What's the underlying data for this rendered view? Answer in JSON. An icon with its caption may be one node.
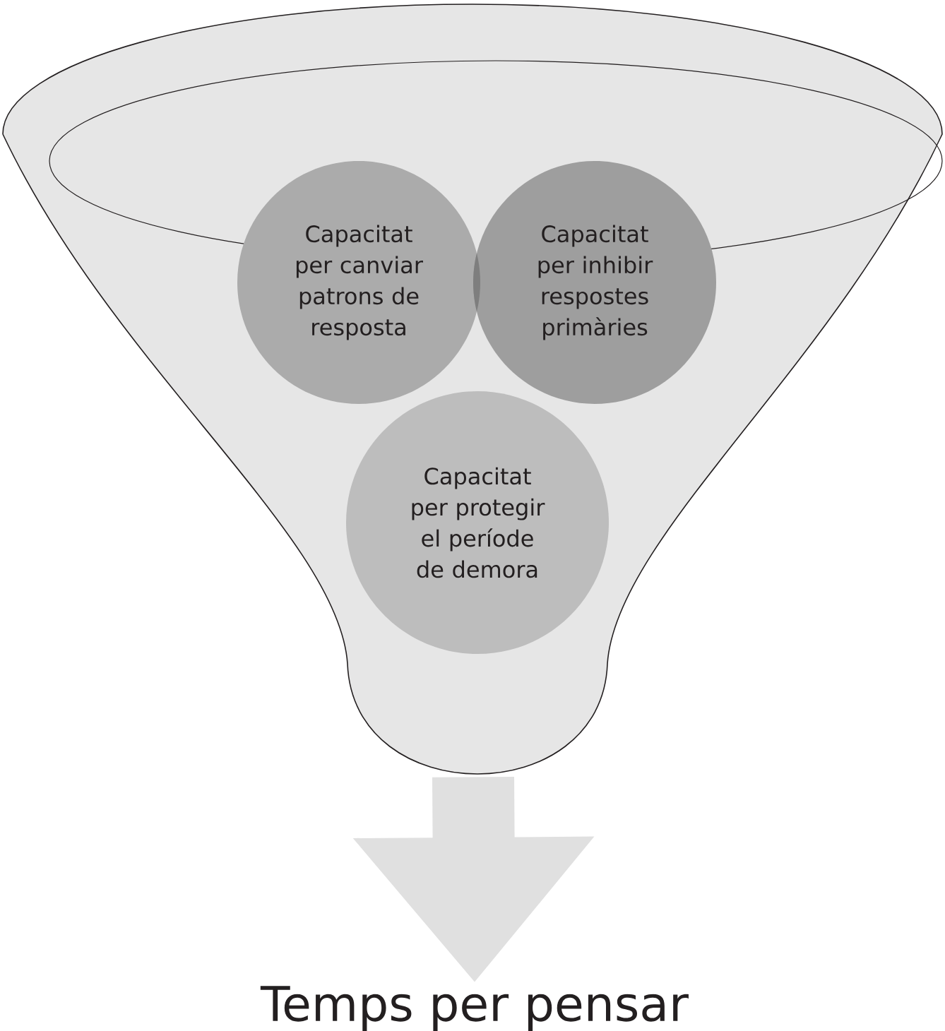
{
  "diagram": {
    "nodes": [
      {
        "text": [],
        "shape": "funnel"
      },
      {
        "text": [
          "Capacitat per canviar patrons de resposta"
        ],
        "in": 0
      },
      {
        "text": [
          "Capacitat per inhibir respostes primàries"
        ],
        "in": 0
      },
      {
        "text": [
          "Capacitat per protegir el període de demora"
        ],
        "in": 0
      },
      {
        "text": [
          "Temps per pensar"
        ]
      }
    ],
    "edges": [
      {
        "from": 0,
        "to": 4,
        "arrow": "to"
      }
    ]
  }
}
